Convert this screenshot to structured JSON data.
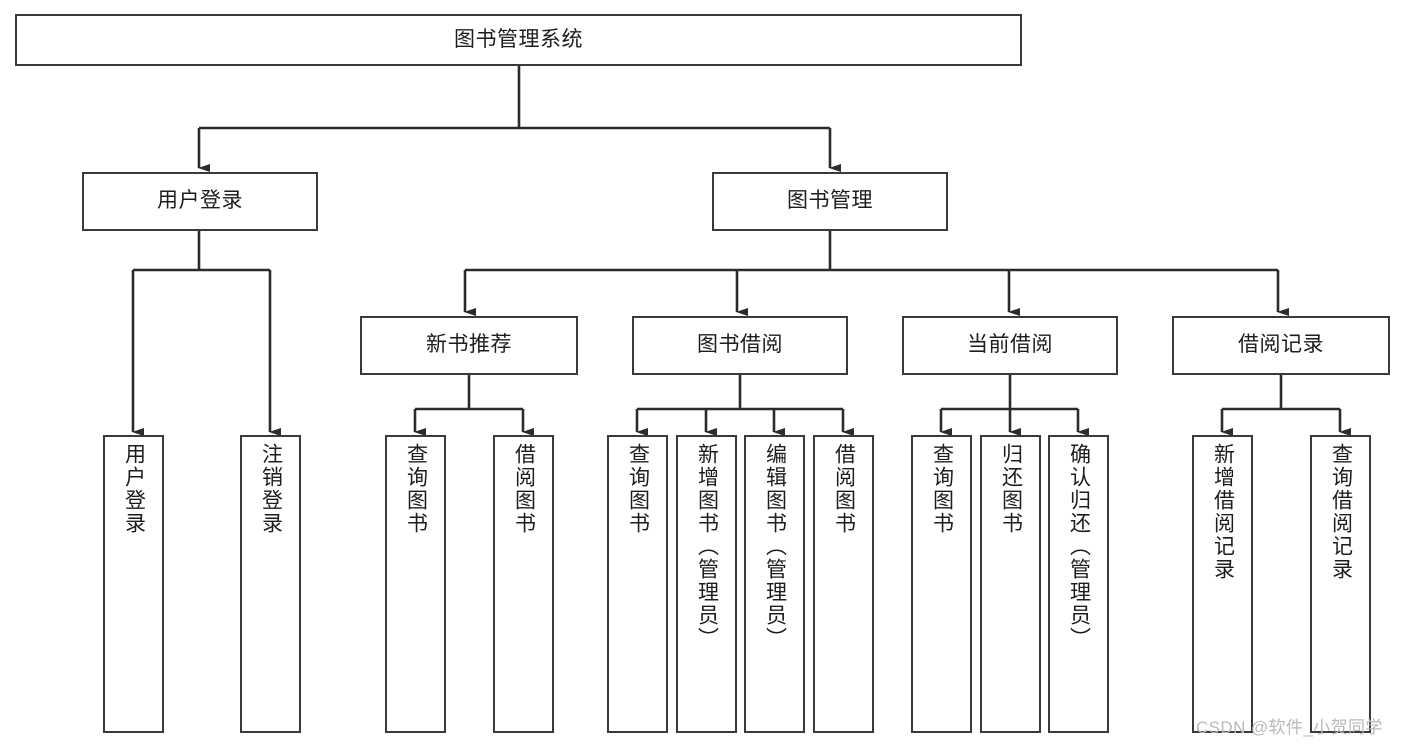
{
  "diagram": {
    "title": "图书管理系统",
    "type": "tree",
    "theme": {
      "background": "#ffffff",
      "box_border": "#3a3a3a",
      "box_fill": "#ffffff",
      "connector": "#2b2b2b",
      "text": "#1d1d1d",
      "watermark": "#b9b9b9"
    },
    "root": {
      "label": "图书管理系统"
    },
    "level2": [
      {
        "label": "用户登录"
      },
      {
        "label": "图书管理"
      }
    ],
    "level3": [
      {
        "label": "新书推荐"
      },
      {
        "label": "图书借阅"
      },
      {
        "label": "当前借阅"
      },
      {
        "label": "借阅记录"
      }
    ],
    "leaves": {
      "user_login": [
        {
          "label": "用户登录"
        },
        {
          "label": "注销登录"
        }
      ],
      "new_book_recommend": [
        {
          "label": "查询图书"
        },
        {
          "label": "借阅图书"
        }
      ],
      "book_borrow": [
        {
          "label": "查询图书"
        },
        {
          "label": "新增图书（管理员）"
        },
        {
          "label": "编辑图书（管理员）"
        },
        {
          "label": "借阅图书"
        }
      ],
      "current_borrow": [
        {
          "label": "查询图书"
        },
        {
          "label": "归还图书"
        },
        {
          "label": "确认归还（管理员）"
        }
      ],
      "borrow_record": [
        {
          "label": "新增借阅记录"
        },
        {
          "label": "查询借阅记录"
        }
      ]
    }
  },
  "watermark": {
    "text": "CSDN @软件_小贺同学"
  }
}
